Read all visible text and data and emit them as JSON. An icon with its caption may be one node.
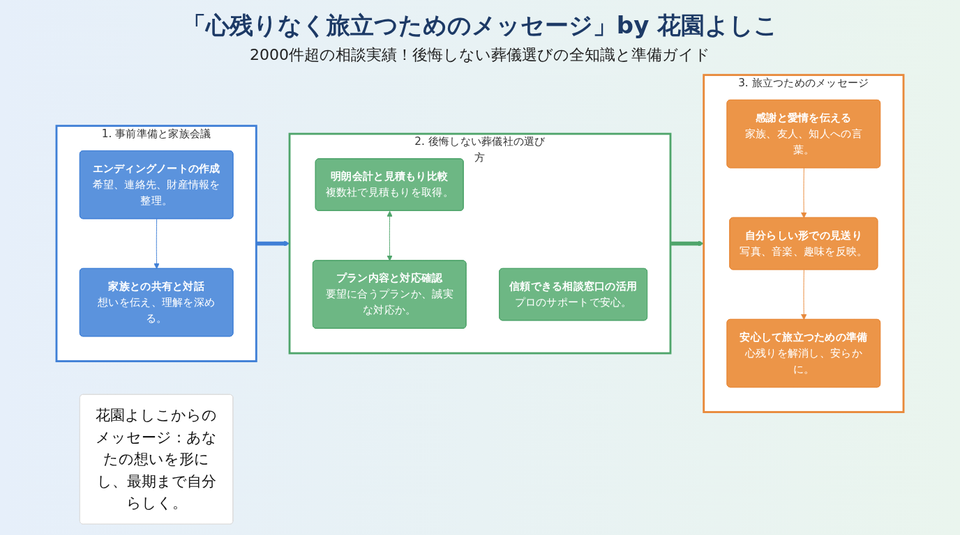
{
  "diagram": {
    "title": "「心残りなく旅立つためのメッセージ」by 花園よしこ",
    "nodes": [
      {
        "text": [
          "1. 事前準備と家族会議"
        ]
      },
      {
        "text": [
          "エンディングノートの作成",
          "希望、連絡先、財産情報を整理。"
        ],
        "in": 0
      },
      {
        "text": [
          "家族との共有と対話",
          "想いを伝え、理解を深める。"
        ],
        "in": 0
      },
      {
        "text": [
          "2. 後悔しない葬儀社の選び方"
        ]
      },
      {
        "text": [
          "明朗会計と見積もり比較",
          "複数社で見積もりを取得。"
        ],
        "in": 3
      },
      {
        "text": [
          "プラン内容と対応確認",
          "要望に合うプランか、誠実な対応か。"
        ],
        "in": 3
      },
      {
        "text": [
          "信頼できる相談窓口の活用",
          "プロのサポートで安心。"
        ],
        "in": 3
      },
      {
        "text": [
          "3. 旅立つためのメッセージ"
        ]
      },
      {
        "text": [
          "感謝と愛情を伝える",
          "家族、友人、知人への言葉。"
        ],
        "in": 7
      },
      {
        "text": [
          "自分らしい形での見送り",
          "写真、音楽、趣味を反映。"
        ],
        "in": 7
      },
      {
        "text": [
          "安心して旅立つための準備",
          "心残りを解消し、安らかに。"
        ],
        "in": 7
      },
      {
        "text": [
          "花園よしこからのメッセージ：あなたの想いを形にし、最期まで自分らしく。"
        ]
      }
    ],
    "edges": [
      {
        "from": 1,
        "to": 2,
        "arrow": "to",
        "color": "#3f7fd6"
      },
      {
        "from": 0,
        "to": 3,
        "arrow": "to",
        "style": "thick",
        "color": "#3f7fd6"
      },
      {
        "from": 4,
        "to": 5,
        "arrow": "both",
        "color": "#4fa56b"
      },
      {
        "from": 3,
        "to": 7,
        "arrow": "to",
        "style": "thick",
        "color": "#4fa56b"
      },
      {
        "from": 8,
        "to": 9,
        "arrow": "to",
        "color": "#e8893a"
      },
      {
        "from": 9,
        "to": 10,
        "arrow": "to",
        "color": "#e8893a"
      }
    ],
    "labels": [
      "2000件超の相談実績！後悔しない葬儀選びの全知識と準備ガイド"
    ]
  }
}
